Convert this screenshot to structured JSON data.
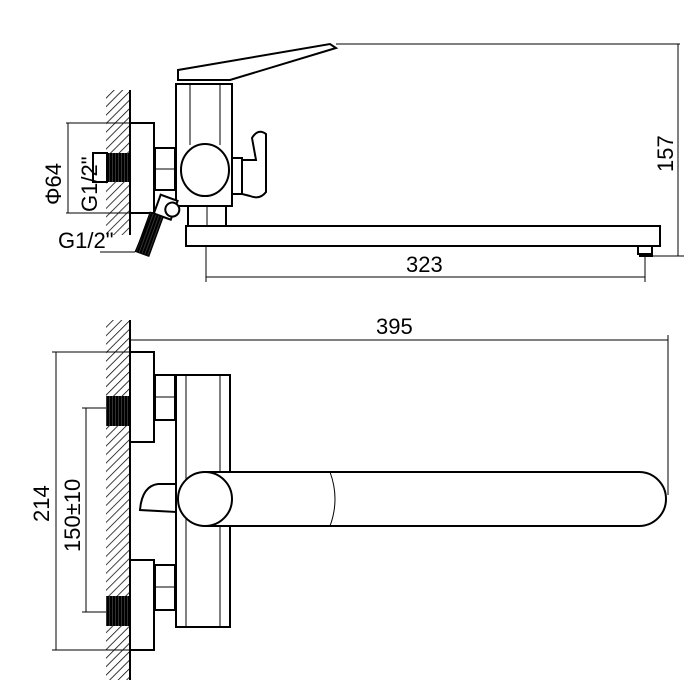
{
  "top_view": {
    "diameter_label": "Φ64",
    "thread_label_inlet": "G1/2\"",
    "thread_label_outlet": "G1/2\"",
    "height_label": "157",
    "spout_length_label": "323"
  },
  "front_view": {
    "total_length_label": "395",
    "height_label": "214",
    "center_distance_label": "150±10"
  }
}
